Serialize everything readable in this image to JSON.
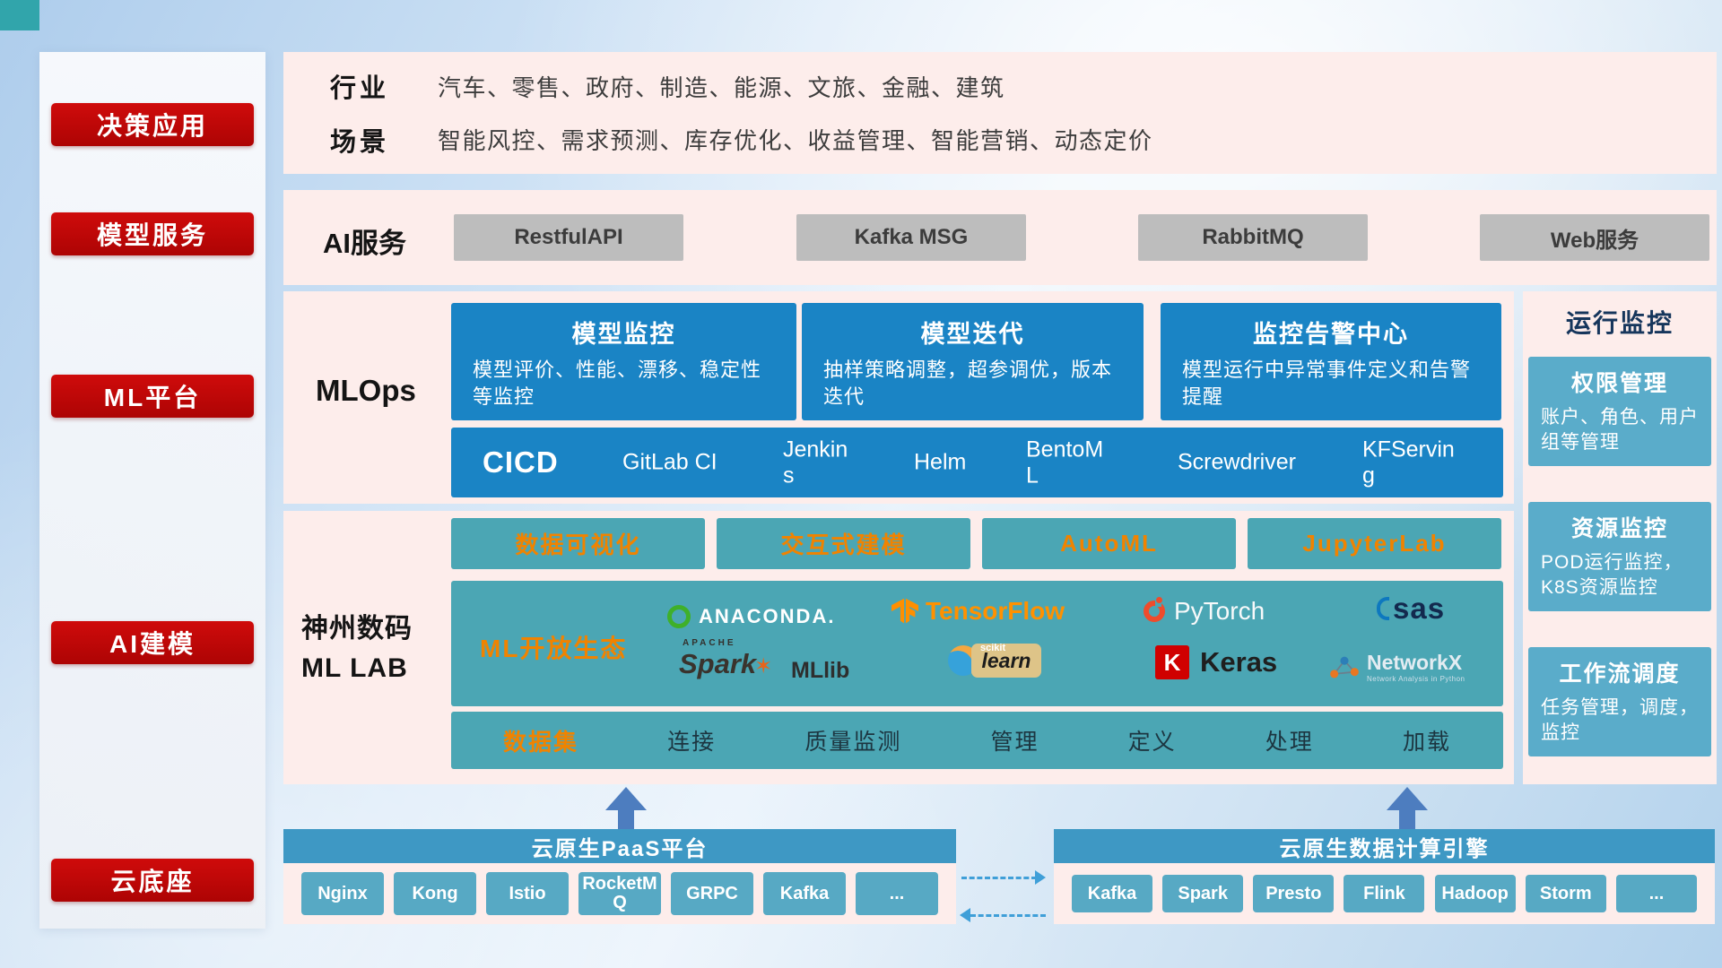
{
  "sidebar": {
    "items": [
      {
        "label": "决策应用"
      },
      {
        "label": "模型服务"
      },
      {
        "label": "ML平台"
      },
      {
        "label": "AI建模"
      },
      {
        "label": "云底座"
      }
    ]
  },
  "industry_panel": {
    "row1_label": "行业",
    "row1_text": "汽车、零售、政府、制造、能源、文旅、金融、建筑",
    "row2_label": "场景",
    "row2_text": "智能风控、需求预测、库存优化、收益管理、智能营销、动态定价"
  },
  "ai_service": {
    "label": "AI服务",
    "buttons": [
      "RestfulAPI",
      "Kafka MSG",
      "RabbitMQ",
      "Web服务"
    ]
  },
  "mlops": {
    "label": "MLOps",
    "cards": [
      {
        "title": "模型监控",
        "desc": "模型评价、性能、漂移、稳定性等监控"
      },
      {
        "title": "模型迭代",
        "desc": "抽样策略调整，超参调优，版本迭代"
      },
      {
        "title": "监控告警中心",
        "desc": "模型运行中异常事件定义和告警提醒"
      }
    ],
    "cicd": {
      "title": "CICD",
      "items": [
        "GitLab CI",
        "Jenkins",
        "Helm",
        "BentoML",
        "Screwdriver",
        "KFServing"
      ]
    }
  },
  "mllab": {
    "label_line1": "神州数码",
    "label_line2": "ML LAB",
    "chips": [
      "数据可视化",
      "交互式建模",
      "AutoML",
      "JupyterLab"
    ],
    "eco_label": "ML开放生态",
    "logos": {
      "anaconda": "ANACONDA.",
      "tensorflow": "TensorFlow",
      "pytorch": "PyTorch",
      "sas": "sas",
      "apache": "APACHE",
      "spark": "Spark",
      "mllib": "MLlib",
      "scikit": "scikit",
      "learn": "learn",
      "keras_letter": "K",
      "keras": "Keras",
      "networkx": "NetworkX",
      "networkx_sub": "Network Analysis in Python"
    },
    "data_items": [
      "数据集",
      "连接",
      "质量监测",
      "管理",
      "定义",
      "处理",
      "加载"
    ]
  },
  "monitor": {
    "title": "运行监控",
    "cards": [
      {
        "title": "权限管理",
        "desc": "账户、角色、用户组等管理"
      },
      {
        "title": "资源监控",
        "desc": "POD运行监控，K8S资源监控"
      },
      {
        "title": "工作流调度",
        "desc": "任务管理，调度，监控"
      }
    ]
  },
  "cloud": {
    "paas": {
      "title": "云原生PaaS平台",
      "chips": [
        "Nginx",
        "Kong",
        "Istio",
        "RocketMQ",
        "GRPC",
        "Kafka",
        "..."
      ]
    },
    "engine": {
      "title": "云原生数据计算引擎",
      "chips": [
        "Kafka",
        "Spark",
        "Presto",
        "Flink",
        "Hadoop",
        "Storm",
        "..."
      ]
    }
  },
  "icons": {
    "spark_star": "✶"
  },
  "colors": {
    "sidebar_button_red": "#c00000",
    "panel_pink": "#fdedeb",
    "mlops_blue": "#1a84c5",
    "lab_teal": "#4ba6b4",
    "monitor_card_blue": "#5aacca",
    "accent_orange": "#f08300",
    "cloud_bar_blue": "#3e98c4",
    "cloud_chip_blue": "#57a9c4",
    "gray_button": "#bdbdbd",
    "arrow_blue": "#4d7dbf"
  }
}
